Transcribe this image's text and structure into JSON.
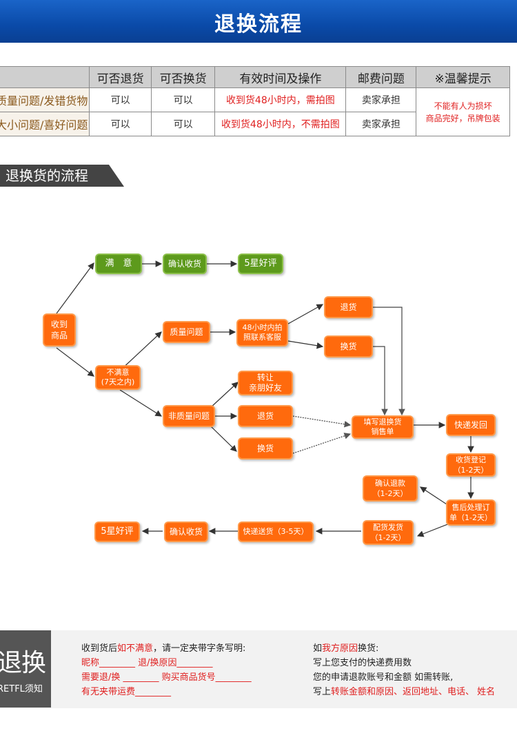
{
  "banner": {
    "title": "退换流程"
  },
  "policy_table": {
    "headers": [
      "",
      "可否退货",
      "可否换货",
      "有效时间及操作",
      "邮费问题",
      "※温馨提示"
    ],
    "rows": [
      {
        "issue": "质量问题/发错货物",
        "return": "可以",
        "exchange": "可以",
        "time": "收到货48小时内，需拍图",
        "postage": "卖家承担"
      },
      {
        "issue": "大小问题/喜好问题",
        "return": "可以",
        "exchange": "可以",
        "time": "收到货48小时内，不需拍图",
        "postage": "卖家承担"
      }
    ],
    "tip_line1": "不能有人为损坏",
    "tip_line2": "商品完好，吊牌包装"
  },
  "section_title": "退换货的流程",
  "flow": {
    "received": "收到\n商品",
    "satisfied": "满　意",
    "confirm_receipt_top": "确认收货",
    "five_star_top": "5星好评",
    "unsatisfied": "不满意\n(7天之内)",
    "quality_issue": "质量问题",
    "contact_cs": "48小时内拍\n照联系客服",
    "return_top": "退货",
    "exchange_top": "换货",
    "non_quality_issue": "非质量问题",
    "transfer": "转让\n亲朋好友",
    "return_mid": "退货",
    "exchange_mid": "换货",
    "fill_form": "填写退换货\n销售单",
    "express_return": "快递发回",
    "receipt_register": "收货登记\n（1-2天）",
    "after_sales": "售后处理订\n单（1-2天）",
    "confirm_refund": "确认退款\n（1-2天）",
    "ship_goods": "配货发货\n（1-2天）",
    "express_delivery": "快递送货（3-5天）",
    "confirm_receipt_bottom": "确认收货",
    "five_star_bottom": "5星好评"
  },
  "footer": {
    "logo_big": "退换",
    "logo_small": "RETFL须知",
    "left_line1_a": "收到货后",
    "left_line1_b": "如不满意",
    "left_line1_c": "，请一定夹带字条写明:",
    "left_line2": "昵称________  退/换原因________",
    "left_line3": "需要退/换 ________  购买商品货号________",
    "left_line4": "有无夹带运费________",
    "right_line1_a": "如",
    "right_line1_b": "我方原因",
    "right_line1_c": "换货:",
    "right_line2": "写上您支付的快递费用数",
    "right_line3": "您的申请退款账号和金额 如需转账,",
    "right_line4_a": "写上",
    "right_line4_b": "转账金额和原因、返回地址、电话、 姓名"
  }
}
